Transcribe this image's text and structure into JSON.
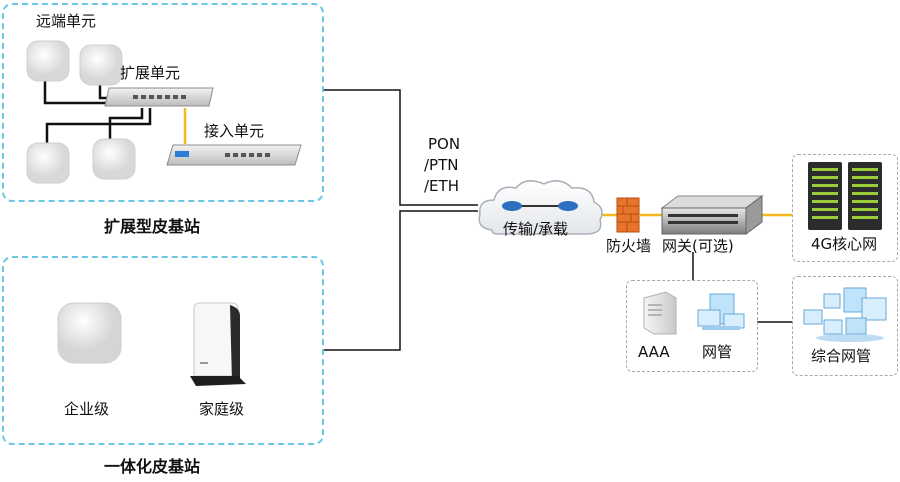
{
  "extended_station": {
    "title": "扩展型皮基站",
    "remote_unit_label": "远端单元",
    "expansion_unit_label": "扩展单元",
    "access_unit_label": "接入单元"
  },
  "integrated_station": {
    "title": "一体化皮基站",
    "enterprise_label": "企业级",
    "home_label": "家庭级"
  },
  "transport": {
    "links": [
      "PON",
      "/PTN",
      "/ETH"
    ],
    "cloud_label": "传输/承载"
  },
  "core": {
    "firewall_label": "防火墙",
    "gateway_label": "网关(可选)",
    "core_network_label": "4G核心网",
    "aaa_label": "AAA",
    "nms_label": "网管",
    "integrated_nms_label": "综合网管"
  },
  "colors": {
    "dashed_border": "#6cc6e6",
    "link_yellow": "#f4b71d",
    "line_black": "#111111",
    "gray_box": "#a9a9a9"
  }
}
